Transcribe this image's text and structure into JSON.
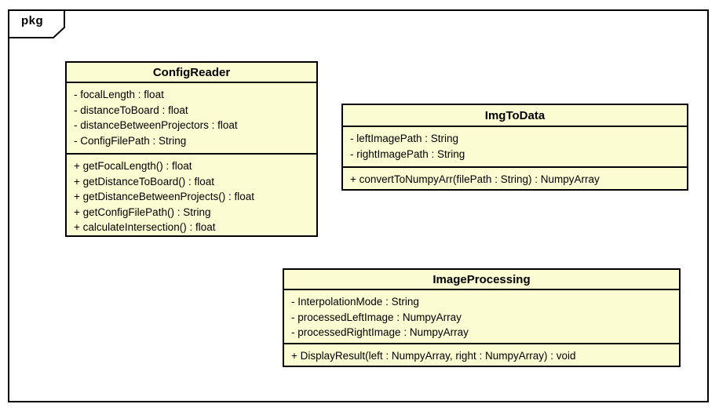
{
  "package": {
    "label": "pkg"
  },
  "colors": {
    "class_fill": "#FCFCD3",
    "border": "#000000",
    "background": "#FFFFFF",
    "text": "#000000"
  },
  "classes": [
    {
      "name": "ConfigReader",
      "attributes": [
        "- focalLength : float",
        "- distanceToBoard : float",
        "- distanceBetweenProjectors : float",
        "- ConfigFilePath : String"
      ],
      "methods": [
        "+ getFocalLength() : float",
        "+ getDistanceToBoard() : float",
        "+ getDistanceBetweenProjects() : float",
        "+ getConfigFilePath() : String",
        "+ calculateIntersection() : float"
      ]
    },
    {
      "name": "ImgToData",
      "attributes": [
        "- leftImagePath : String",
        "- rightImagePath : String"
      ],
      "methods": [
        "+ convertToNumpyArr(filePath : String) : NumpyArray"
      ]
    },
    {
      "name": "ImageProcessing",
      "attributes": [
        "- InterpolationMode : String",
        "- processedLeftImage : NumpyArray",
        "- processedRightImage : NumpyArray"
      ],
      "methods": [
        "+ DisplayResult(left : NumpyArray, right : NumpyArray) : void"
      ]
    }
  ]
}
